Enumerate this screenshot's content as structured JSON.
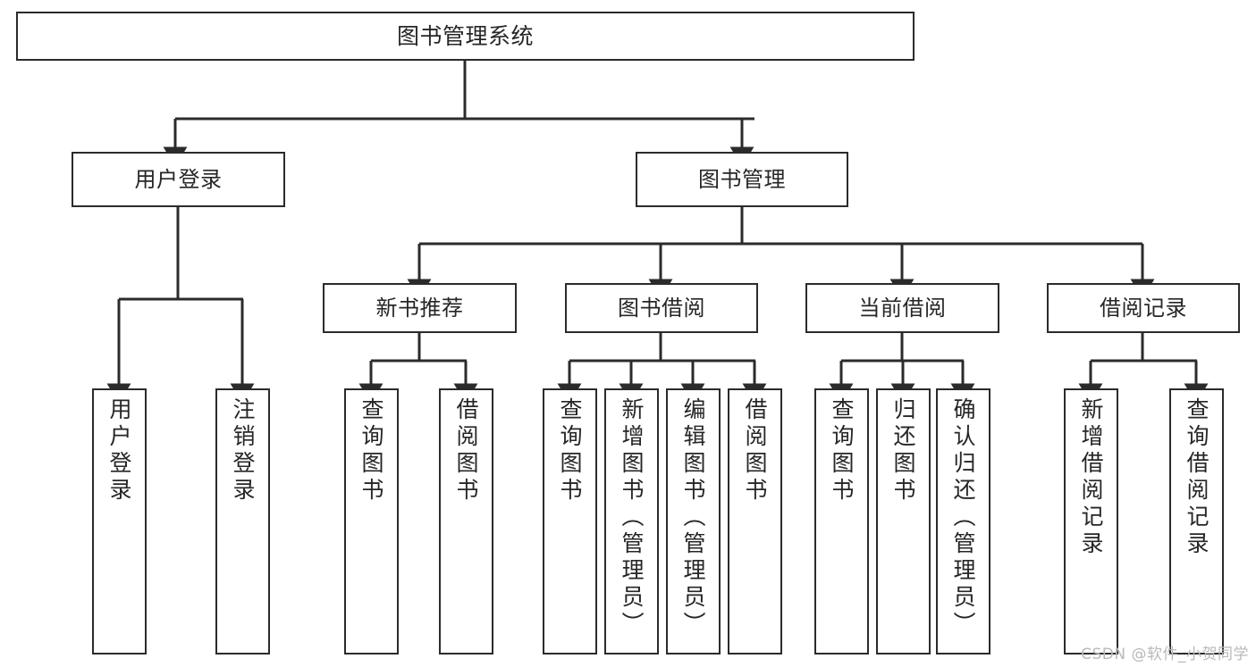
{
  "diagram": {
    "title": "图书管理系统",
    "type": "tree-hierarchy-chart",
    "root": {
      "label": "图书管理系统"
    },
    "level2": [
      {
        "id": "user-login",
        "label": "用户登录"
      },
      {
        "id": "book-management",
        "label": "图书管理"
      }
    ],
    "level3": [
      {
        "id": "new-book-recommend",
        "label": "新书推荐"
      },
      {
        "id": "book-borrow",
        "label": "图书借阅"
      },
      {
        "id": "current-borrow",
        "label": "当前借阅"
      },
      {
        "id": "borrow-record",
        "label": "借阅记录"
      }
    ],
    "leaves": {
      "user_login": [
        {
          "id": "leaf-user-login",
          "label": "用户登录"
        },
        {
          "id": "leaf-user-logout",
          "label": "注销登录"
        }
      ],
      "new_book_recommend": [
        {
          "id": "leaf-query-book-1",
          "label": "查询图书"
        },
        {
          "id": "leaf-borrow-book-1",
          "label": "借阅图书"
        }
      ],
      "book_borrow": [
        {
          "id": "leaf-query-book-2",
          "label": "查询图书"
        },
        {
          "id": "leaf-add-book",
          "label": "新增图书（管理员）"
        },
        {
          "id": "leaf-edit-book",
          "label": "编辑图书（管理员）"
        },
        {
          "id": "leaf-borrow-book-2",
          "label": "借阅图书"
        }
      ],
      "current_borrow": [
        {
          "id": "leaf-query-book-3",
          "label": "查询图书"
        },
        {
          "id": "leaf-return-book",
          "label": "归还图书"
        },
        {
          "id": "leaf-confirm-return",
          "label": "确认归还（管理员）"
        }
      ],
      "borrow_record": [
        {
          "id": "leaf-add-record",
          "label": "新增借阅记录"
        },
        {
          "id": "leaf-query-record",
          "label": "查询借阅记录"
        }
      ]
    }
  },
  "watermark": {
    "text": "CSDN @软件_小贺同学"
  },
  "colors": {
    "stroke": "#2b2b2b",
    "box_fill": "#ffffff",
    "text": "#262626",
    "watermark": "#b9b9b9",
    "background": "#ffffff"
  }
}
